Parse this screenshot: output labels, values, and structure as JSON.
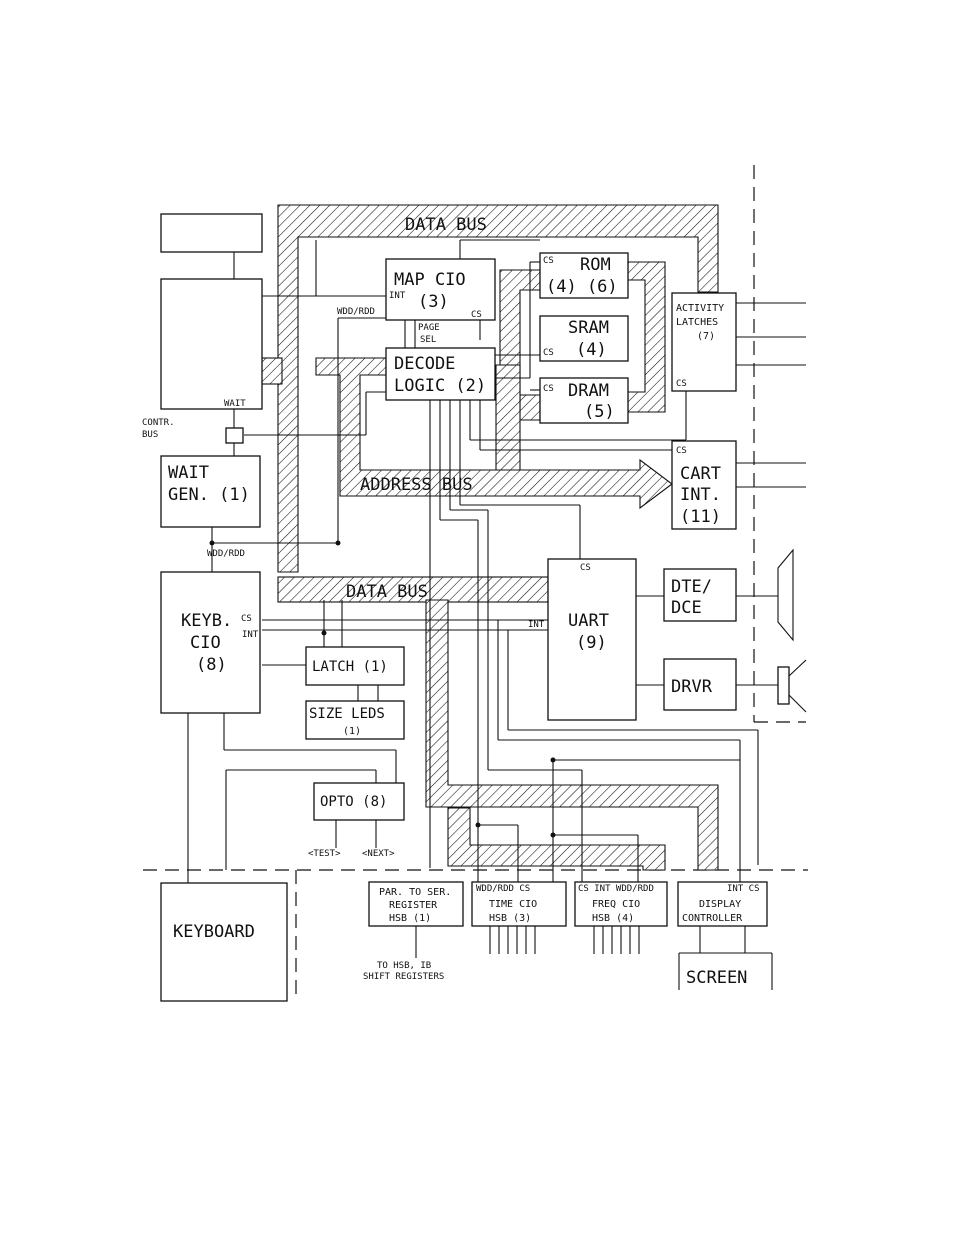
{
  "labels": {
    "data_bus_top": "DATA BUS",
    "data_bus_mid": "DATA BUS",
    "address_bus": "ADDRESS BUS",
    "map_cio_1": "MAP CIO",
    "map_cio_2": "(3)",
    "int": "INT",
    "cs": "CS",
    "page": "PAGE",
    "sel": "SEL",
    "wdd_rdd": "WDD/RDD",
    "decode_1": "DECODE",
    "decode_2": "LOGIC (2)",
    "rom_1": "ROM",
    "rom_2": "(4) (6)",
    "sram_1": "SRAM",
    "sram_2": "(4)",
    "dram_1": "DRAM",
    "dram_2": "(5)",
    "activity_1": "ACTIVITY",
    "activity_2": "LATCHES",
    "activity_3": "(7)",
    "cart_1": "CART",
    "cart_2": "INT.",
    "cart_3": "(11)",
    "wait": "WAIT",
    "contr_1": "CONTR.",
    "contr_2": "BUS",
    "waitgen_1": "WAIT",
    "waitgen_2": "GEN. (1)",
    "keyb_1": "KEYB.",
    "keyb_2": "CIO",
    "keyb_3": "(8)",
    "latch": "LATCH (1)",
    "size_1": "SIZE LEDS",
    "size_2": "(1)",
    "uart_1": "UART",
    "uart_2": "(9)",
    "dte_1": "DTE/",
    "dte_2": "DCE",
    "drvr": "DRVR",
    "opto": "OPTO (8)",
    "test": "<TEST>",
    "next": "<NEXT>",
    "keyboard": "KEYBOARD",
    "par_1": "PAR. TO SER.",
    "par_2": "REGISTER",
    "par_3": "HSB (1)",
    "to_1": "TO HSB, IB",
    "to_2": "SHIFT REGISTERS",
    "time_top": "WDD/RDD CS",
    "time_1": "TIME CIO",
    "time_2": "HSB (3)",
    "freq_top": "CS INT WDD/RDD",
    "freq_1": "FREQ CIO",
    "freq_2": "HSB (4)",
    "disp_top": "INT CS",
    "disp_1": "DISPLAY",
    "disp_2": "CONTROLLER",
    "screen": "SCREEN"
  }
}
